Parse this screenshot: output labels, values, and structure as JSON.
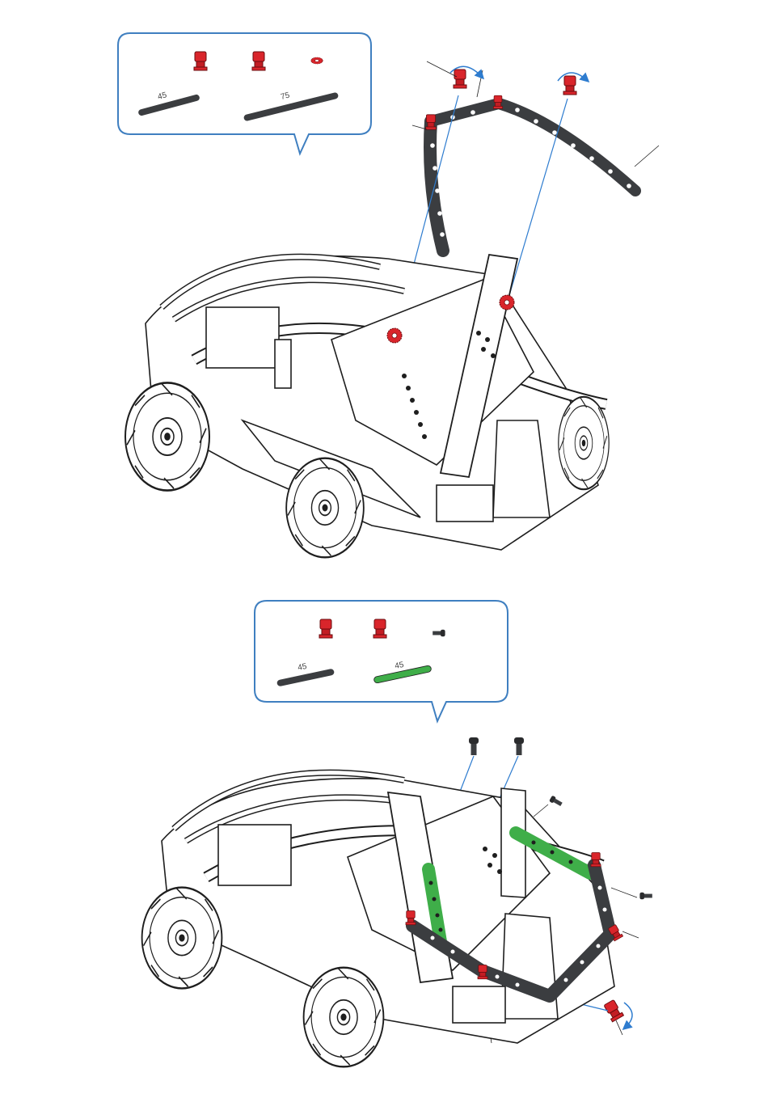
{
  "page": {
    "background": "#ffffff"
  },
  "colors": {
    "callout_border": "#3f7fc0",
    "connector_red": "#d9252b",
    "beam_dark": "#3b3d40",
    "beam_green": "#3fae49",
    "arrow_blue": "#2e7ccf",
    "line_art": "#1e1e1e"
  },
  "steps": [
    {
      "parts": [
        {
          "icon": "red-connector-icon"
        },
        {
          "icon": "red-connector-icon"
        },
        {
          "icon": "red-gear-icon"
        },
        {
          "icon": "dark-beam-icon",
          "label": "45"
        },
        {
          "icon": "dark-beam-icon",
          "label": "75"
        }
      ]
    },
    {
      "parts": [
        {
          "icon": "red-connector-icon"
        },
        {
          "icon": "red-connector-icon"
        },
        {
          "icon": "black-pin-icon"
        },
        {
          "icon": "dark-beam-icon",
          "label": "45"
        },
        {
          "icon": "green-beam-icon",
          "label": "45"
        }
      ]
    }
  ]
}
